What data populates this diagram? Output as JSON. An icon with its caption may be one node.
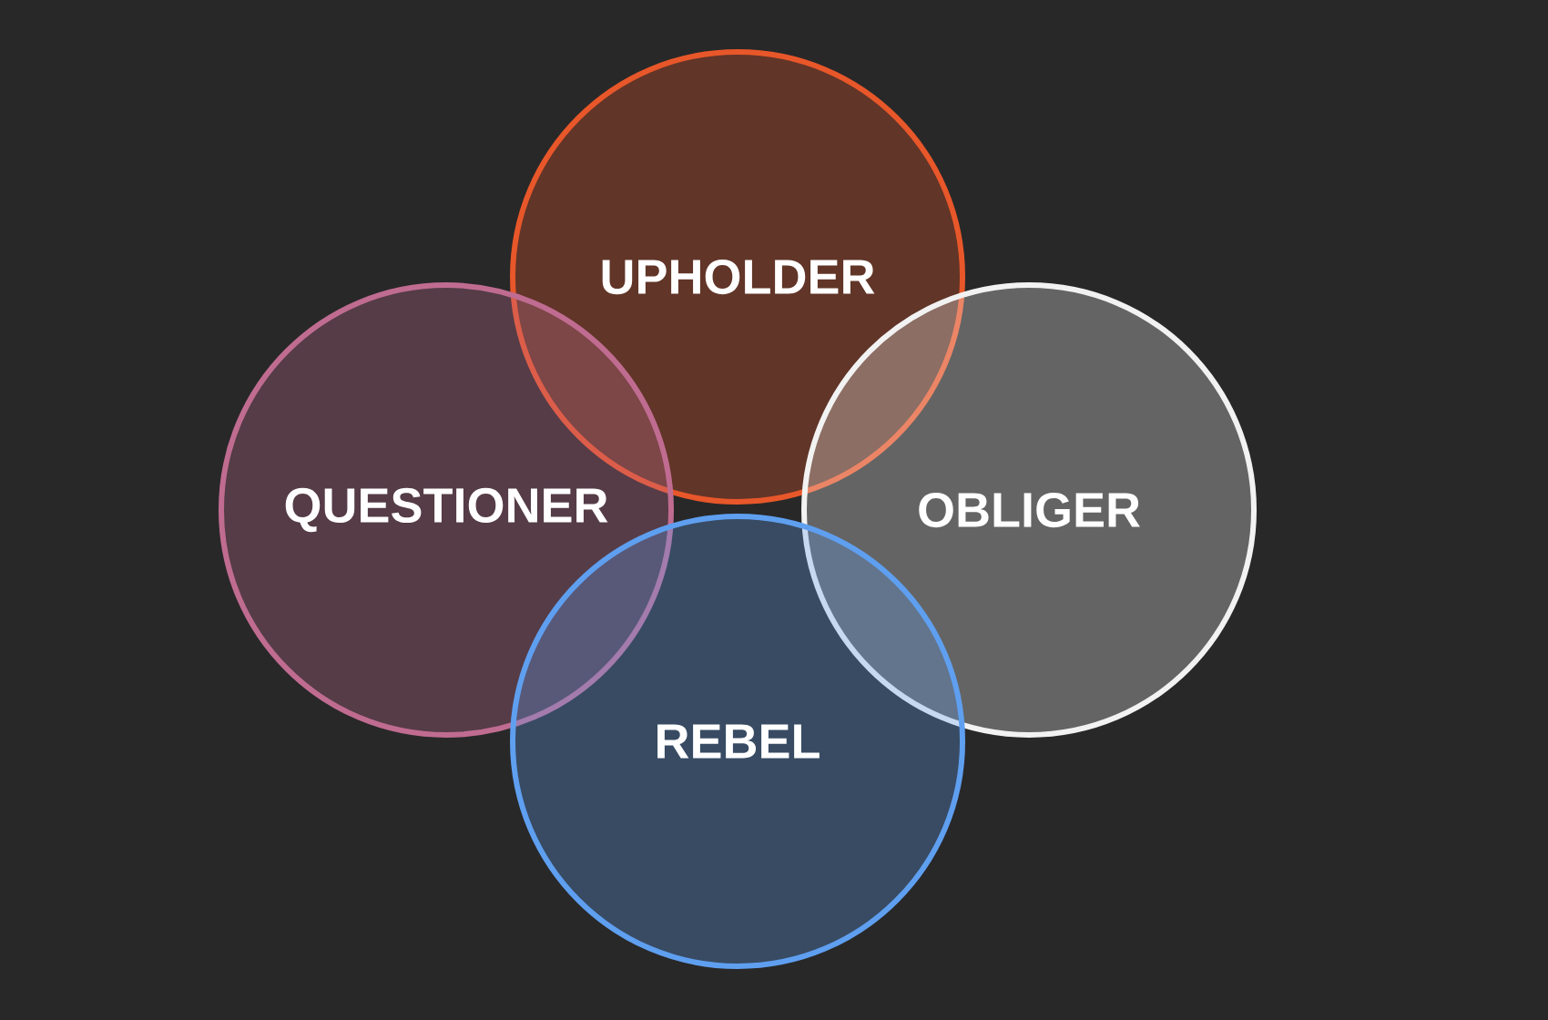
{
  "diagram": {
    "nodes": [
      {
        "text": [
          "UPHOLDER"
        ]
      },
      {
        "text": [
          "QUESTIONER"
        ]
      },
      {
        "text": [
          "OBLIGER"
        ]
      },
      {
        "text": [
          "REBEL"
        ]
      }
    ]
  }
}
